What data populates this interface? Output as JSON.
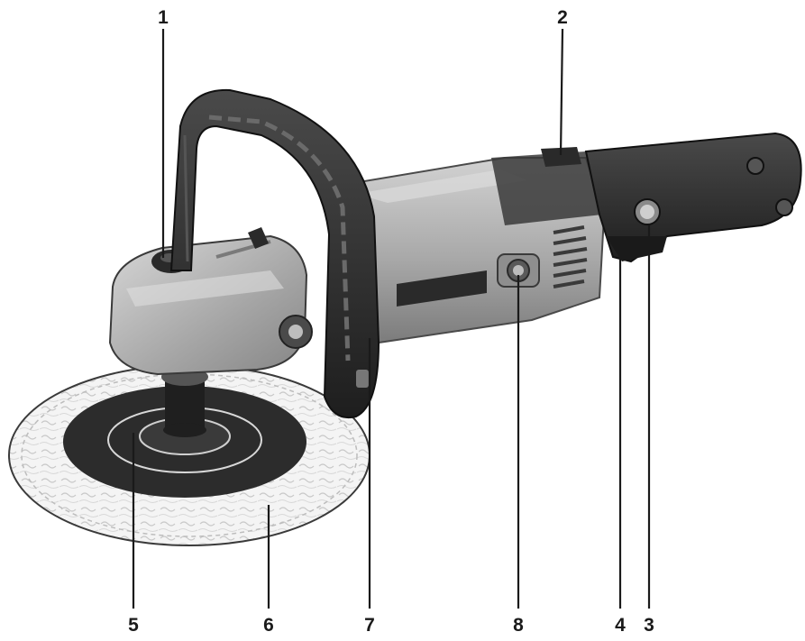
{
  "colors": {
    "body_gray": "#a9a9a9",
    "body_light": "#c8c8c8",
    "body_dark": "#7a7a7a",
    "black_part": "#2a2a2a",
    "pad_white": "#f3f3f3",
    "ink": "#1a1a1a"
  },
  "callouts": [
    {
      "id": "c1",
      "number": "1"
    },
    {
      "id": "c2",
      "number": "2"
    },
    {
      "id": "c3",
      "number": "3"
    },
    {
      "id": "c4",
      "number": "4"
    },
    {
      "id": "c5",
      "number": "5"
    },
    {
      "id": "c6",
      "number": "6"
    },
    {
      "id": "c7",
      "number": "7"
    },
    {
      "id": "c8",
      "number": "8"
    }
  ],
  "icons": {
    "tool": "polisher-illustration"
  }
}
